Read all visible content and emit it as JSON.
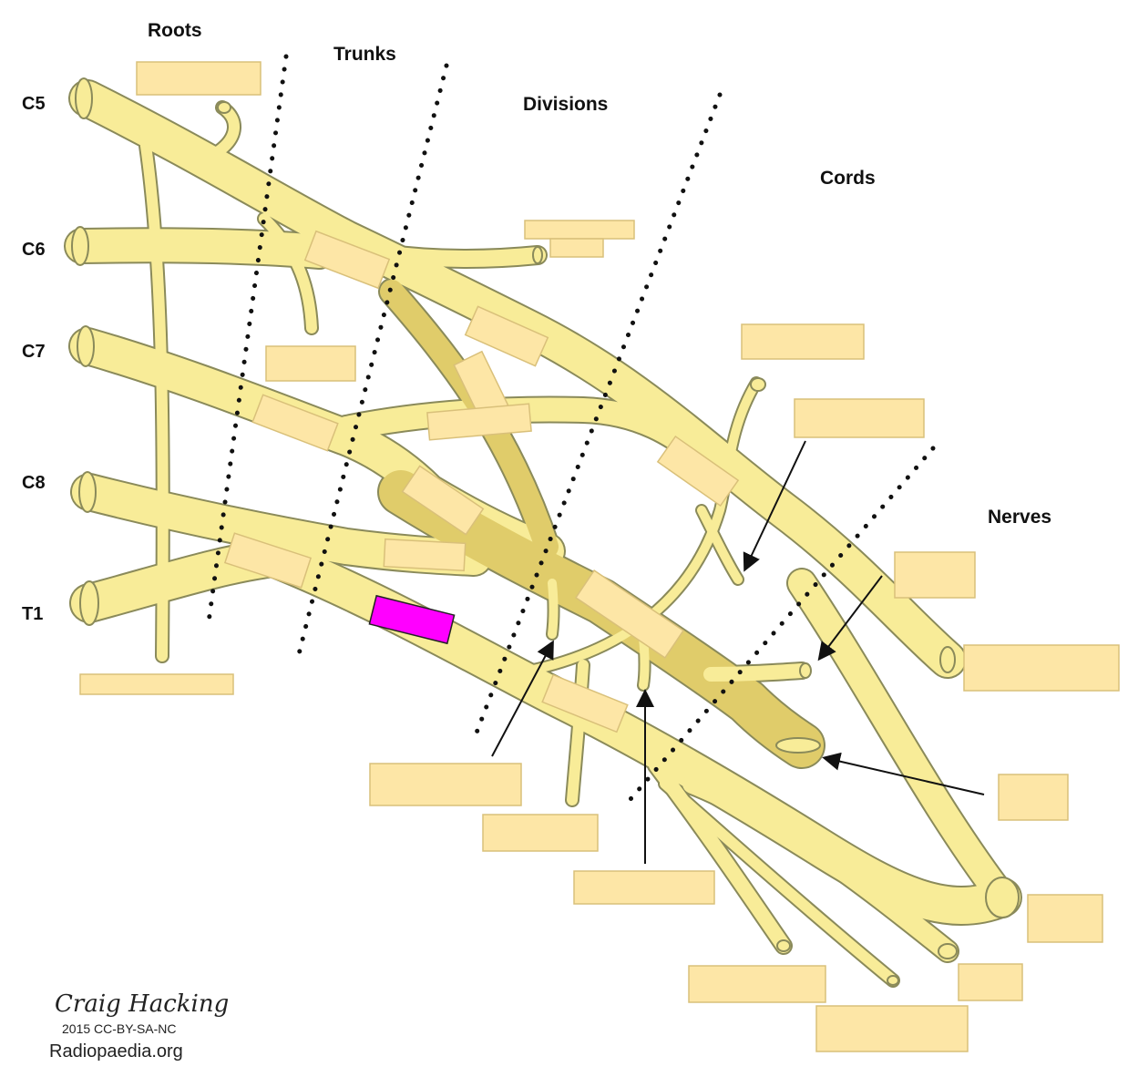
{
  "headers": {
    "roots": "Roots",
    "trunks": "Trunks",
    "divisions": "Divisions",
    "cords": "Cords",
    "nerves": "Nerves"
  },
  "root_levels": [
    "C5",
    "C6",
    "C7",
    "C8",
    "T1"
  ],
  "credit": {
    "author": "Craig Hacking",
    "license": "2015 CC-BY-SA-NC",
    "site": "Radiopaedia.org"
  },
  "colors": {
    "nerve_fill": "#f8ec98",
    "nerve_stroke": "#8a8a5a",
    "cord_shade": "#e0cc6a",
    "label_box": "#fde6a6",
    "label_box_stroke": "#d9c07a",
    "highlight_box": "#ff00ff",
    "dots": "#111111",
    "arrow": "#111111"
  },
  "label_boxes": [
    {
      "id": "box-roots",
      "highlighted": false
    },
    {
      "id": "box-c6-branch-a",
      "highlighted": false
    },
    {
      "id": "box-c6-branch-b",
      "highlighted": false
    },
    {
      "id": "box-upper-trunk",
      "highlighted": false
    },
    {
      "id": "box-c5-division",
      "highlighted": false
    },
    {
      "id": "box-lateral-pectoral",
      "highlighted": false
    },
    {
      "id": "box-musculocutaneous-arrow",
      "highlighted": false
    },
    {
      "id": "box-middle-trunk-left",
      "highlighted": false
    },
    {
      "id": "box-middle-trunk",
      "highlighted": false
    },
    {
      "id": "box-posterior-division",
      "highlighted": false
    },
    {
      "id": "box-anterior-division",
      "highlighted": false
    },
    {
      "id": "box-lateral-cord",
      "highlighted": false
    },
    {
      "id": "box-lower-division",
      "highlighted": false
    },
    {
      "id": "box-axillary",
      "highlighted": false
    },
    {
      "id": "box-lower-trunk-left",
      "highlighted": false
    },
    {
      "id": "box-lower-trunk",
      "highlighted": false
    },
    {
      "id": "box-t1-highlight",
      "highlighted": true
    },
    {
      "id": "box-posterior-cord",
      "highlighted": false
    },
    {
      "id": "box-musculo",
      "highlighted": false
    },
    {
      "id": "box-medial-cord",
      "highlighted": false
    },
    {
      "id": "box-long-thoracic",
      "highlighted": false
    },
    {
      "id": "box-upper-subscap",
      "highlighted": false
    },
    {
      "id": "box-thoracodorsal",
      "highlighted": false
    },
    {
      "id": "box-lower-subscap",
      "highlighted": false
    },
    {
      "id": "box-radial",
      "highlighted": false
    },
    {
      "id": "box-median",
      "highlighted": false
    },
    {
      "id": "box-ulnar",
      "highlighted": false
    },
    {
      "id": "box-medial-cutaneous-arm",
      "highlighted": false
    },
    {
      "id": "box-medial-cutaneous-forearm",
      "highlighted": false
    }
  ]
}
